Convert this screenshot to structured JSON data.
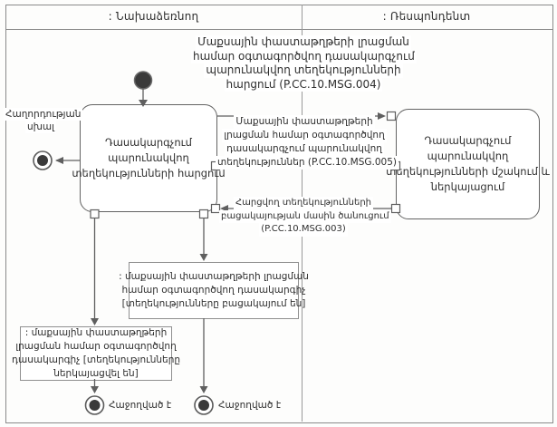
{
  "lanes": {
    "left": ": Նախաձեռնող",
    "right": ": Ռեսպոնդենտ"
  },
  "title": {
    "lines": [
      "Մաքսային փաստաթղթերի լրացման",
      "համար օգտագործվող դասակարգչում",
      "պարունակվող տեղեկությունների",
      "հարցում (P.CC.10.MSG.004)"
    ]
  },
  "nodes": {
    "initiator_activity": {
      "lines": [
        "Դասակարգչում",
        "պարունակվող",
        "տեղեկությունների հարցում"
      ]
    },
    "respondent_activity": {
      "lines": [
        "Դասակարգչում",
        "պարունակվող",
        "տեղեկությունների մշակում և",
        "ներկայացում"
      ]
    },
    "object_no_info": {
      "lines": [
        ": մաքսային փաստաթղթերի լրացման",
        "համար օգտագործվող դասակարգիչ",
        "[տեղեկությունները բացակայում են]"
      ]
    },
    "object_presented": {
      "lines": [
        ": մաքսային փաստաթղթերի",
        "լրացման համար օգտագործվող",
        "դասակարգիչ [տեղեկությունները",
        "ներկայացվել են]"
      ]
    }
  },
  "labels": {
    "error": {
      "lines": [
        "Հաղորդության",
        "սխալ"
      ]
    },
    "msg005": {
      "lines": [
        "Մաքսային փաստաթղթերի",
        "լրացման համար օգտագործվող",
        "դասակարգչում պարունակվող",
        "տեղեկություններ (P.CC.10.MSG.005)"
      ]
    },
    "msg003": {
      "lines": [
        "Հարցվող տեղեկությունների",
        "բացակայության մասին ծանուցում",
        "(P.CC.10.MSG.003)"
      ]
    },
    "success_left": "Հաջողված է",
    "success_right": "Հաջողված է"
  },
  "colors": {
    "line": "#5f5f5f",
    "node_fill": "#3a3a3a",
    "border": "#8a8a8a"
  }
}
